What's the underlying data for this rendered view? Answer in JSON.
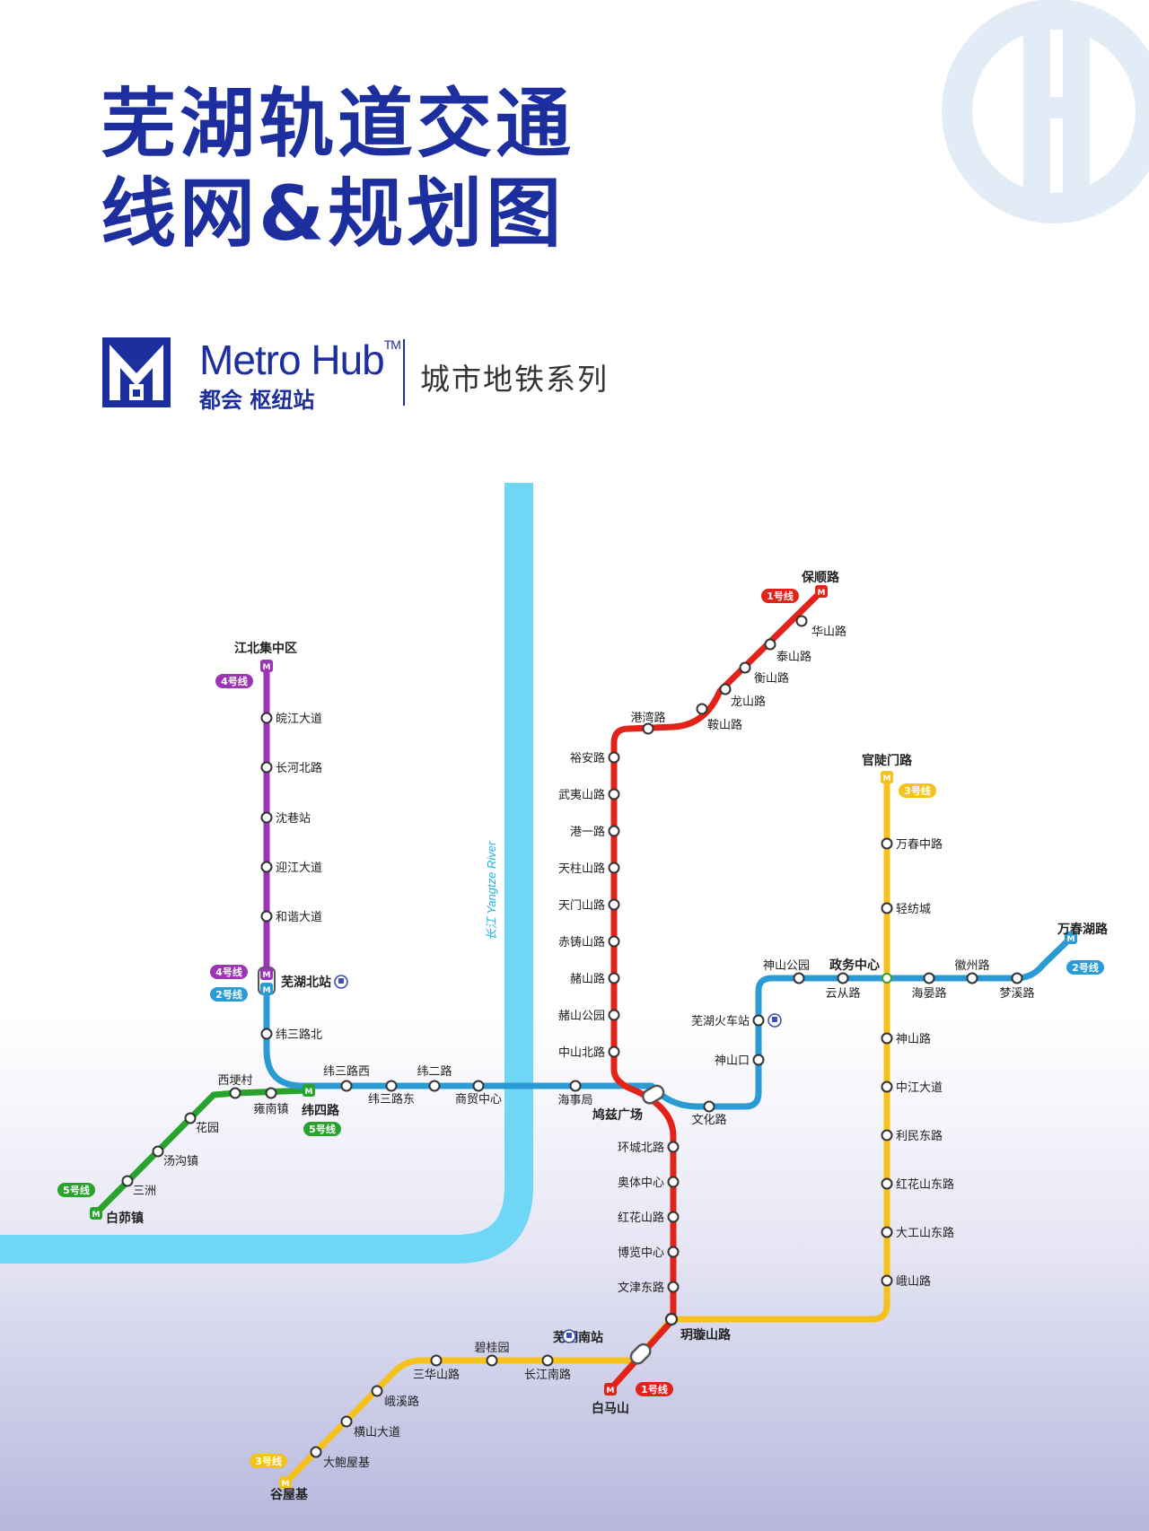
{
  "header": {
    "title_line1": "芜湖轨道交通",
    "title_line2": "线网&规划图"
  },
  "brand": {
    "name": "Metro Hub",
    "tm": "TM",
    "cn_name": "都会 枢纽站",
    "series": "城市地铁系列"
  },
  "colors": {
    "brand_blue": "#1d2e9e",
    "river": "#6fd6f6",
    "line1": "#e2231a",
    "line2": "#2b9bd6",
    "line3": "#f5c21b",
    "line4": "#9b34b5",
    "line5": "#29a32e"
  },
  "river_label": "长江 Yangtze River",
  "lines": {
    "line1": {
      "badge": "1号线",
      "color": "#e2231a",
      "stations": [
        "保顺路",
        "华山路",
        "泰山路",
        "衡山路",
        "龙山路",
        "鞍山路",
        "港湾路",
        "裕安路",
        "武夷山路",
        "港一路",
        "天柱山路",
        "天门山路",
        "赤铸山路",
        "赭山路",
        "赭山公园",
        "中山北路",
        "鸠兹广场",
        "环城北路",
        "奥体中心",
        "红花山路",
        "博览中心",
        "文津东路",
        "玥璇山路",
        "芜湖南站",
        "白马山"
      ]
    },
    "line2": {
      "badge": "2号线",
      "color": "#2b9bd6",
      "stations": [
        "芜湖北站",
        "纬三路北",
        "纬四路",
        "纬三路西",
        "纬三路东",
        "纬二路",
        "商贸中心",
        "海事局",
        "鸠兹广场",
        "文化路",
        "神山口",
        "芜湖火车站",
        "神山公园",
        "云从路",
        "政务中心",
        "海晏路",
        "徽州路",
        "梦溪路",
        "万春湖路"
      ]
    },
    "line3": {
      "badge": "3号线",
      "color": "#f5c21b",
      "stations": [
        "官陡门路",
        "万春中路",
        "轻纺城",
        "神山路",
        "中江大道",
        "利民东路",
        "红花山东路",
        "大工山东路",
        "峨山路",
        "玥璇山路",
        "长江南路",
        "碧桂园",
        "三华山路",
        "峨溪路",
        "横山大道",
        "大鲍屋基",
        "谷屋基"
      ]
    },
    "line4": {
      "badge": "4号线",
      "color": "#9b34b5",
      "stations": [
        "江北集中区",
        "皖江大道",
        "长河北路",
        "沈巷站",
        "迎江大道",
        "和谐大道",
        "芜湖北站"
      ]
    },
    "line5": {
      "badge": "5号线",
      "color": "#29a32e",
      "stations": [
        "纬四路",
        "雍南镇",
        "西埂村",
        "花园",
        "汤沟镇",
        "三洲",
        "白茆镇"
      ]
    }
  }
}
